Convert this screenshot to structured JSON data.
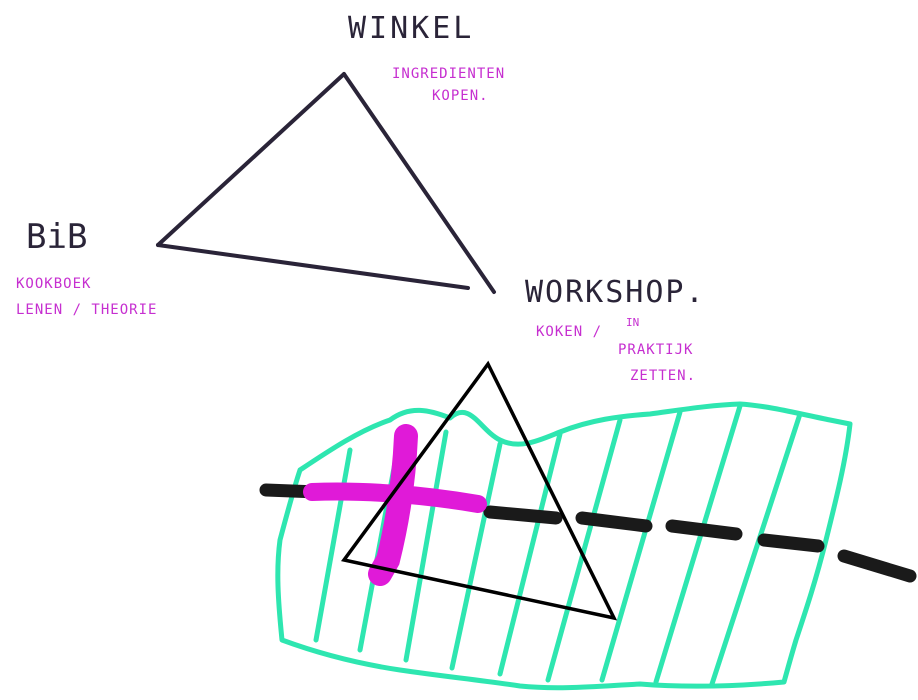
{
  "nodes": {
    "winkel": {
      "title": "WINKEL",
      "desc_line1": "INGREDIENTEN",
      "desc_line2": "KOPEN."
    },
    "bib": {
      "title": "BiB",
      "desc_line1": "KOOKBOEK",
      "desc_line2": "LENEN / THEORIE"
    },
    "workshop": {
      "title": "WORKSHOP.",
      "desc_line1": "KOKEN /",
      "desc_line2_top": "IN",
      "desc_line2": "PRAKTIJK",
      "desc_line3": "ZETTEN."
    }
  },
  "colors": {
    "ink_dark": "#2a2438",
    "ink_pink": "#c62fd0",
    "hatch_green": "#2ee6b0",
    "cross_magenta": "#e01ad8",
    "triangle_black": "#000000",
    "dash_black": "#1a1a1a"
  }
}
